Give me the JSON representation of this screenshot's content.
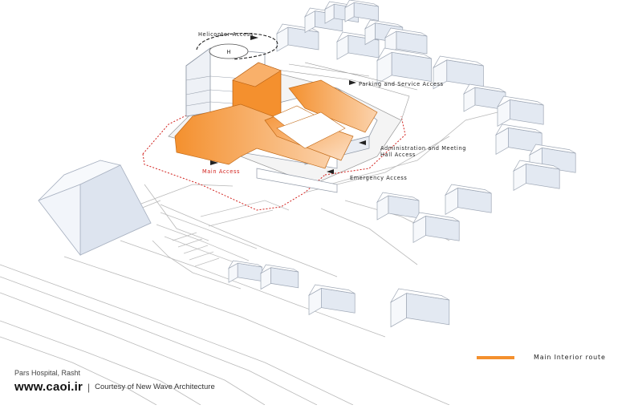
{
  "diagram": {
    "labels": {
      "helicopter_access": "Helicopter Access",
      "parking_service_access": "Parking and Service Access",
      "administration_line1": "Administration and Meeting",
      "administration_line2": "Hall Access",
      "emergency_access": "Emergency Access",
      "main_access": "Main Access",
      "heliport_mark": "H"
    },
    "legend": {
      "main_interior_route": "Main Interior route"
    },
    "colors": {
      "route_orange": "#f4902e",
      "route_orange_light": "#f9c28c",
      "main_access_red": "#d2231f",
      "arrow_dark": "#222222",
      "building_shade": "#dfe6f2"
    }
  },
  "caption": {
    "title": "Pars Hospital, Rasht",
    "site": "www.caoi.ir",
    "separator": "|",
    "credit": "Courtesy of New Wave Architecture"
  }
}
